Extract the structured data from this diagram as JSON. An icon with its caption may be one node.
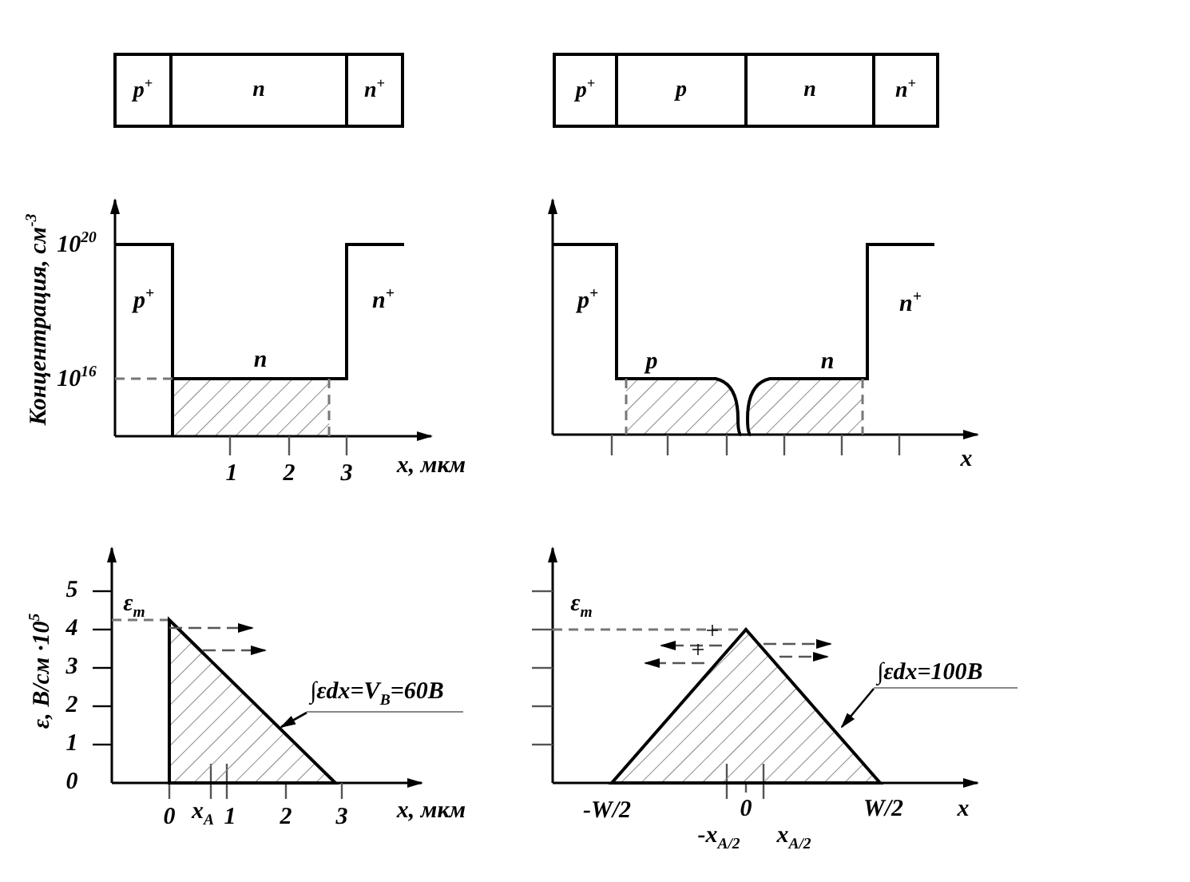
{
  "diagram": {
    "nodes": [
      {
        "text": [
          "p$^{+}$"
        ]
      },
      {
        "text": [
          "n"
        ]
      },
      {
        "text": [
          "n$^{+}$"
        ]
      },
      {
        "text": [
          "p$^{+}$"
        ]
      },
      {
        "text": [
          "p"
        ]
      },
      {
        "text": [
          "n"
        ]
      },
      {
        "text": [
          "n$^{+}$"
        ]
      },
      {
        "text": [
          "∫εdx=V$_{B}$=60В"
        ]
      },
      {
        "text": [
          "∫εdx=100В"
        ]
      },
      {
        "text": [],
        "shape": "triangle"
      },
      {
        "text": [],
        "shape": "triangle"
      }
    ],
    "edges": [
      {
        "from": 7,
        "to": 9,
        "arrow": "to"
      },
      {
        "from": 8,
        "to": 10,
        "arrow": "to"
      }
    ],
    "labels": [
      "10$^{20}$",
      "Концентрация, см$^{-3}$",
      "p$^{+}$",
      "n$^{+}$",
      "n",
      "10$^{16}$",
      "1",
      "2",
      "3",
      "x, мкм",
      "p$^{+}$",
      "n$^{+}$",
      "p",
      "n",
      "x",
      "5",
      "ε$_{m}$",
      "4",
      "3",
      "2",
      "1",
      "0",
      "ε, В/см ·10$^{5}$",
      "0",
      "x$_{A}$",
      "1",
      "2",
      "3",
      "x, мкм",
      "ε$_{m}$",
      "+",
      "+",
      "-W/2",
      "0",
      "W/2",
      "x",
      "-x$_{A/2}$",
      "x$_{A/2}$"
    ]
  }
}
